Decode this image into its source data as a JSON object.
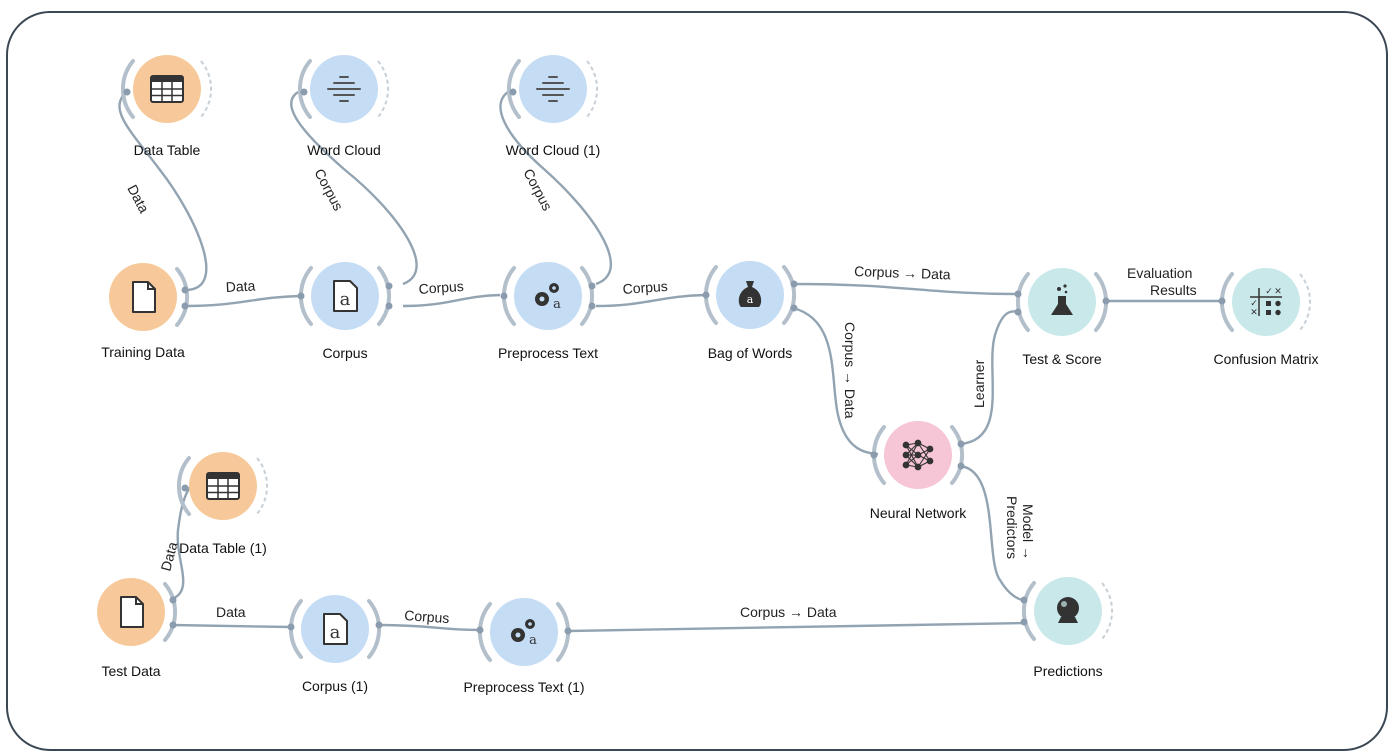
{
  "colors": {
    "file_widget": "#f7c99a",
    "text_widget": "#c5dcf5",
    "model_widget": "#f6c5d6",
    "eval_widget": "#c9e8ea",
    "link": "#92a3b2",
    "frame": "#3b4753"
  },
  "nodes": {
    "data_table": {
      "label": "Data Table",
      "icon": "table-icon"
    },
    "word_cloud": {
      "label": "Word Cloud",
      "icon": "word-cloud-icon"
    },
    "word_cloud_1": {
      "label": "Word Cloud (1)",
      "icon": "word-cloud-icon"
    },
    "training_data": {
      "label": "Training Data",
      "icon": "file-icon"
    },
    "corpus": {
      "label": "Corpus",
      "icon": "corpus-document-icon"
    },
    "preprocess_text": {
      "label": "Preprocess Text",
      "icon": "gears-icon"
    },
    "bag_of_words": {
      "label": "Bag of Words",
      "icon": "money-bag-icon"
    },
    "test_score": {
      "label": "Test & Score",
      "icon": "flask-icon"
    },
    "confusion_matrix": {
      "label": "Confusion Matrix",
      "icon": "matrix-icon"
    },
    "neural_network": {
      "label": "Neural Network",
      "icon": "neural-network-icon"
    },
    "data_table_1": {
      "label": "Data Table (1)",
      "icon": "table-icon"
    },
    "test_data": {
      "label": "Test Data",
      "icon": "file-icon"
    },
    "corpus_1": {
      "label": "Corpus (1)",
      "icon": "corpus-document-icon"
    },
    "preprocess_text_1": {
      "label": "Preprocess Text (1)",
      "icon": "gears-icon"
    },
    "predictions": {
      "label": "Predictions",
      "icon": "crystal-ball-icon"
    }
  },
  "links": {
    "training_to_table": "Data",
    "training_to_corpus": "Data",
    "corpus_to_wordcloud": "Corpus",
    "corpus_to_preprocess": "Corpus",
    "preprocess_to_wordcloud1": "Corpus",
    "preprocess_to_bow": "Corpus",
    "bow_to_testscore": "Corpus → Data",
    "bow_to_nn": "Corpus → Data",
    "nn_to_testscore": "Learner",
    "testscore_to_cm_line1": "Evaluation",
    "testscore_to_cm_line2": "Results",
    "nn_to_predictions_line1": "Model →",
    "nn_to_predictions_line2": "Predictors",
    "test_to_table1": "Data",
    "test_to_corpus1": "Data",
    "corpus1_to_preprocess1": "Corpus",
    "preprocess1_to_predictions": "Corpus → Data"
  }
}
